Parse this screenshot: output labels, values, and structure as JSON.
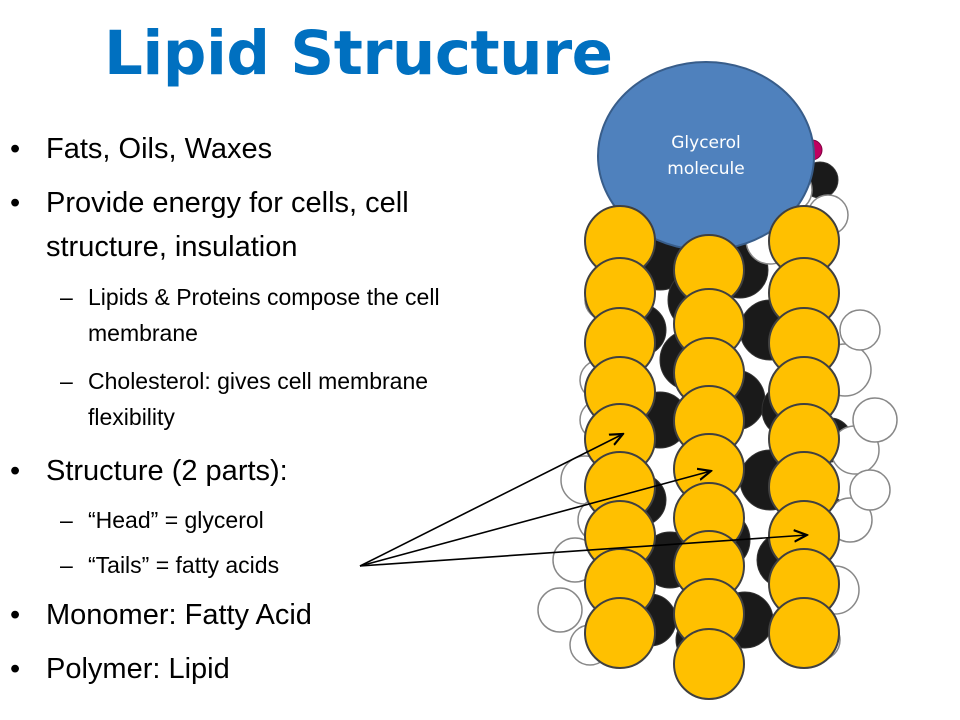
{
  "title": "Lipid Structure",
  "bullet_icon": "bullet-dot",
  "subbullet_icon": "dash",
  "bullets": [
    {
      "text": "Fats, Oils, Waxes"
    },
    {
      "lines": [
        "Provide energy for cells, cell",
        "structure, insulation"
      ]
    },
    {
      "lines": [
        "Lipids & Proteins compose the cell",
        "membrane"
      ]
    },
    {
      "lines": [
        "Cholesterol: gives cell membrane",
        "flexibility"
      ]
    },
    {
      "text": "Structure (2 parts):"
    },
    {
      "text": "“Head” = glycerol"
    },
    {
      "text": "“Tails” = fatty acids"
    },
    {
      "text": "Monomer: Fatty Acid"
    },
    {
      "text": "Polymer: Lipid"
    }
  ],
  "diagram": {
    "head_label": [
      "Glycerol",
      "molecule"
    ],
    "colors": {
      "title": "#0070c0",
      "glycerol_fill": "#4f81bd",
      "glycerol_stroke": "#385d8a",
      "fatty_acid_fill": "#ffc000",
      "fatty_acid_stroke": "#404040",
      "atom_black": "#1a1a1a",
      "atom_white": "#ffffff",
      "arrow": "#000000"
    }
  }
}
